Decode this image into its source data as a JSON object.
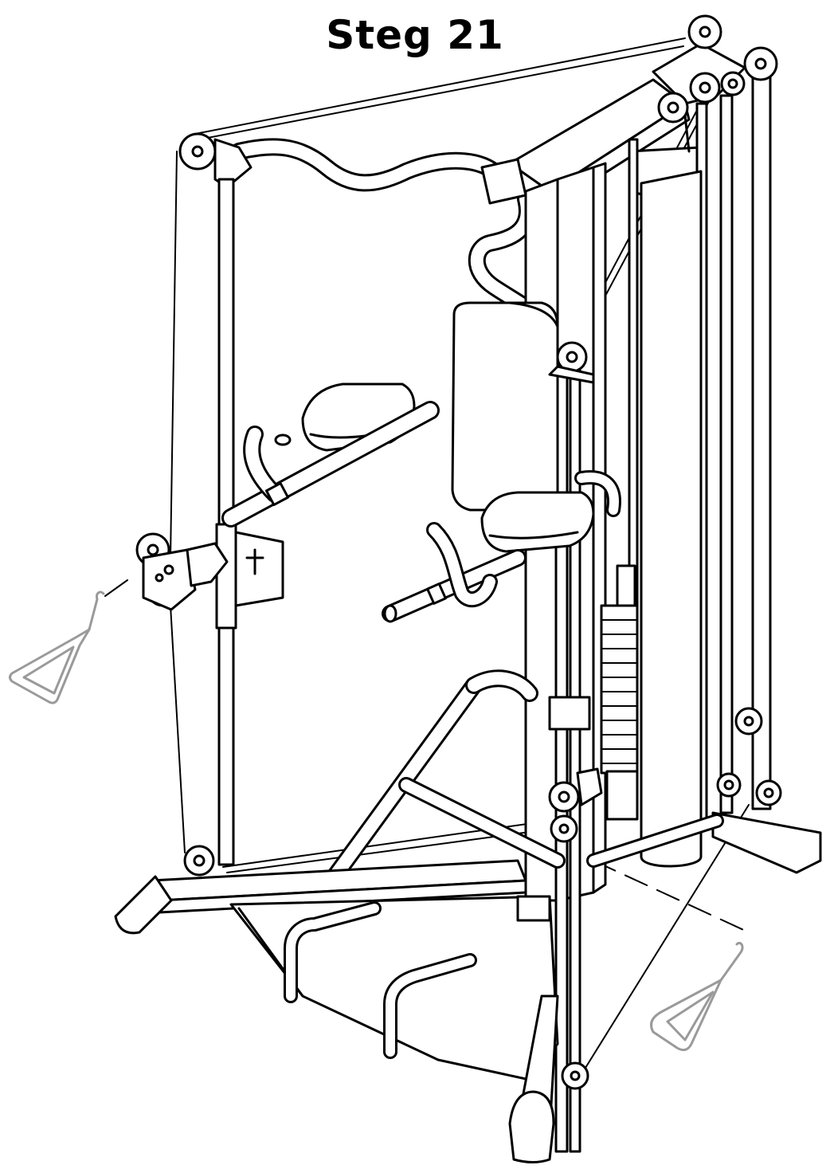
{
  "title": "Steg 21",
  "colors": {
    "line": "#000000",
    "handle": "#9a9a9a",
    "background": "#ffffff"
  },
  "illustration": {
    "parts": [
      "top-frame",
      "left-upright",
      "main-column",
      "weight-stack",
      "back-pad",
      "seat-pad",
      "upper-seat-pad",
      "arm-bar",
      "leg-bars",
      "base-frame",
      "cables",
      "pulleys",
      "left-stirrup-handle",
      "right-stirrup-handle"
    ]
  }
}
